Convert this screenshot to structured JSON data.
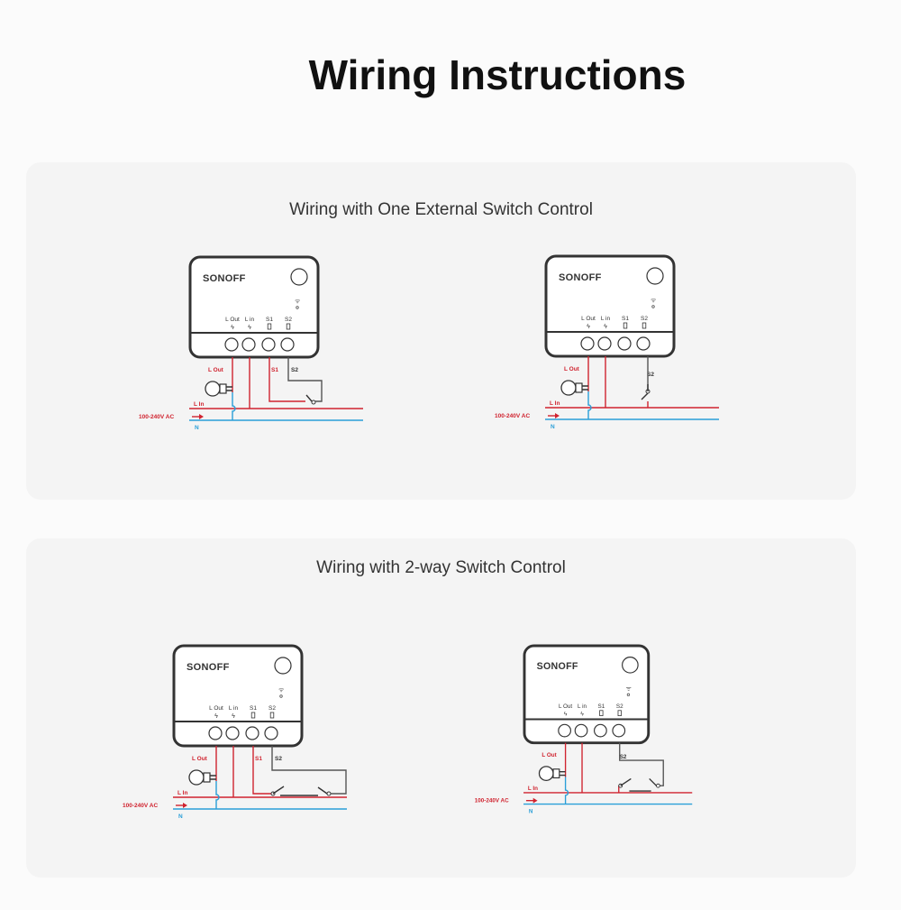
{
  "title": "Wiring Instructions",
  "sections": [
    {
      "heading": "Wiring with One External Switch Control"
    },
    {
      "heading": "Wiring with 2-way Switch Control"
    }
  ],
  "device": {
    "brand": "SONOFF",
    "terminals": [
      "L Out",
      "L in",
      "S1",
      "S2"
    ]
  },
  "wiring_labels": {
    "l_out": "L Out",
    "l_in": "L In",
    "s1": "S1",
    "s2": "S2",
    "neutral": "N",
    "supply": "100-240V AC"
  },
  "diagrams": [
    {
      "section": 0,
      "variant": "single-switch-s1-s2"
    },
    {
      "section": 0,
      "variant": "single-switch-lin-s2"
    },
    {
      "section": 1,
      "variant": "two-way-s1-s2"
    },
    {
      "section": 1,
      "variant": "two-way-lin-s2"
    }
  ],
  "colors": {
    "live": "#d0232f",
    "neutral": "#2a9fd8",
    "switch": "#555555",
    "device": "#333333"
  }
}
